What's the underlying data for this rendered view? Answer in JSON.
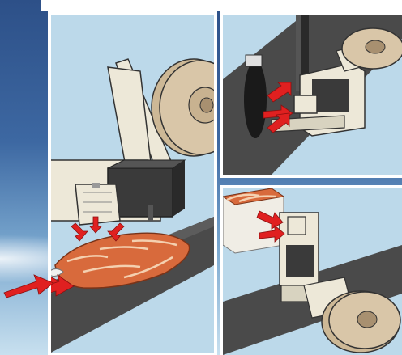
{
  "illustration": {
    "panels": [
      {
        "id": "main",
        "subject": "bag-clipping-machine"
      },
      {
        "id": "top-right",
        "subject": "clip-forming-unit"
      },
      {
        "id": "bottom-right",
        "subject": "bag-neck-gathering"
      }
    ],
    "icons": [
      "red-arrow-icon",
      "clip-reel-icon",
      "meat-bag-icon",
      "conveyor-icon"
    ],
    "colors": {
      "panel_bg": "#bcd9ea",
      "machine": "#ede8d8",
      "machine_dark": "#3a3a3a",
      "reel": "#d9c6a8",
      "arrow": "#e02020",
      "meat": "#d86a3c",
      "conveyor": "#4a4a4a"
    }
  }
}
